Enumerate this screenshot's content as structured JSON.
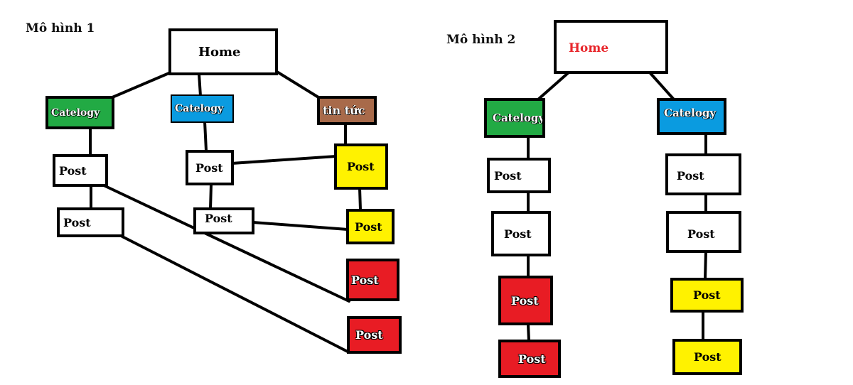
{
  "diagram": {
    "model1": {
      "title": "Mô hình 1",
      "home": "Home",
      "cat_green": "Catelogy",
      "cat_blue": "Catelogy",
      "cat_brown": "tin tức",
      "post_a": "Post",
      "post_b": "Post",
      "post_c": "Post",
      "post_d": "Post",
      "post_yellow_1": "Post",
      "post_yellow_2": "Post",
      "post_red_1": "Post",
      "post_red_2": "Post"
    },
    "model2": {
      "title": "Mô hình 2",
      "home": "Home",
      "cat_green": "Catelogy",
      "cat_blue": "Catelogy",
      "left_post_1": "Post",
      "left_post_2": "Post",
      "left_post_red_1": "Post",
      "left_post_red_2": "Post",
      "right_post_1": "Post",
      "right_post_2": "Post",
      "right_post_yellow_1": "Post",
      "right_post_yellow_2": "Post"
    },
    "colors": {
      "green": "#22aa44",
      "blue": "#0a9be0",
      "brown": "#a86a4a",
      "yellow": "#fff200",
      "red": "#e81c24",
      "home_text_red": "#e8262b"
    }
  }
}
